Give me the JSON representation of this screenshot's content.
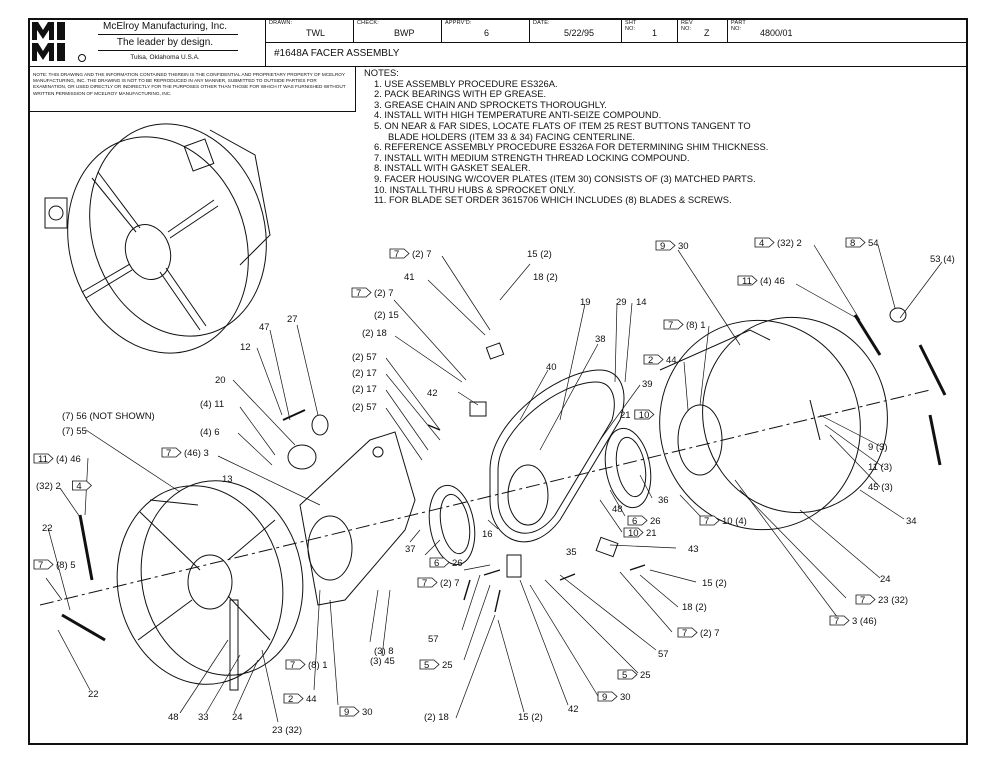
{
  "title_block": {
    "company": "McElroy Manufacturing, Inc.",
    "slogan": "The leader by design.",
    "location": "Tulsa, Oklahoma U.S.A.",
    "drawn_label": "DRAWN:",
    "drawn_value": "TWL",
    "check_label": "CHECK:",
    "check_value": "BWP",
    "apprvd_label": "APPRV'D:",
    "apprvd_value": "6",
    "date_label": "DATE:",
    "date_value": "5/22/95",
    "sht_label": "SHT No:",
    "sht_value": "1",
    "rev_label": "REV No:",
    "rev_value": "Z",
    "part_label": "PART No:",
    "part_value": "4800/01",
    "assembly_title": "#1648A FACER ASSEMBLY"
  },
  "confidential_note": "NOTE: THIS DRAWING AND THE INFORMATION CONTAINED THEREIN IS THE CONFIDENTIAL AND PROPRIETARY PROPERTY OF McElroy Manufacturing, Inc. THE DRAWING IS NOT TO BE REPRODUCED IN ANY MANNER, SUBMITTED TO OUTSIDE PARTIES FOR EXAMINATION, OR USED DIRECTLY OR INDIRECTLY FOR THE PURPOSES OTHER THAN THOSE FOR WHICH IT WAS FURNISHED WITHOUT WRITTEN PERMISSION OF McElroy Manufacturing, Inc.",
  "notes": {
    "heading": "NOTES:",
    "items": [
      "1. USE ASSEMBLY PROCEDURE ES326A.",
      "2. PACK BEARINGS WITH EP GREASE.",
      "3. GREASE CHAIN AND SPROCKETS THOROUGHLY.",
      "4. INSTALL WITH HIGH TEMPERATURE ANTI-SEIZE COMPOUND.",
      "5. ON NEAR & FAR SIDES, LOCATE FLATS OF ITEM 25 REST BUTTONS TANGENT TO",
      "    BLADE HOLDERS (ITEM 33 & 34) FACING CENTERLINE.",
      "6. REFERENCE ASSEMBLY PROCEDURE ES326A FOR DETERMINING SHIM THICKNESS.",
      "7. INSTALL WITH MEDIUM STRENGTH THREAD LOCKING COMPOUND.",
      "8. INSTALL WITH GASKET SEALER.",
      "9. FACER HOUSING W/COVER PLATES (ITEM 30) CONSISTS OF (3) MATCHED PARTS.",
      "10. INSTALL THRU HUBS & SPROCKET ONLY.",
      "11. FOR BLADE SET ORDER 3615706 WHICH INCLUDES (8) BLADES & SCREWS."
    ]
  },
  "callouts": [
    {
      "text": "(2) 7",
      "flag": "7"
    },
    {
      "text": "15 (2)",
      "flag": ""
    },
    {
      "text": "18 (2)",
      "flag": ""
    },
    {
      "text": "41",
      "flag": ""
    },
    {
      "text": "(2) 7",
      "flag": "7"
    },
    {
      "text": "(2) 15",
      "flag": ""
    },
    {
      "text": "(2) 18",
      "flag": ""
    },
    {
      "text": "(2) 57",
      "flag": ""
    },
    {
      "text": "(2) 17",
      "flag": ""
    },
    {
      "text": "(2) 17",
      "flag": ""
    },
    {
      "text": "(2) 57",
      "flag": ""
    },
    {
      "text": "42",
      "flag": ""
    },
    {
      "text": "19",
      "flag": ""
    },
    {
      "text": "29",
      "flag": ""
    },
    {
      "text": "14",
      "flag": ""
    },
    {
      "text": "38",
      "flag": ""
    },
    {
      "text": "40",
      "flag": ""
    },
    {
      "text": "39",
      "flag": ""
    },
    {
      "text": "21",
      "flag": "10"
    },
    {
      "text": "30",
      "flag": "9"
    },
    {
      "text": "(32) 2",
      "flag": "4"
    },
    {
      "text": "54",
      "flag": "8"
    },
    {
      "text": "53 (4)",
      "flag": ""
    },
    {
      "text": "(4) 46",
      "flag": "11"
    },
    {
      "text": "(8) 1",
      "flag": "7"
    },
    {
      "text": "44",
      "flag": "2"
    },
    {
      "text": "9 (3)",
      "flag": ""
    },
    {
      "text": "11 (3)",
      "flag": ""
    },
    {
      "text": "45 (3)",
      "flag": ""
    },
    {
      "text": "34",
      "flag": ""
    },
    {
      "text": "47",
      "flag": ""
    },
    {
      "text": "27",
      "flag": ""
    },
    {
      "text": "12",
      "flag": ""
    },
    {
      "text": "20",
      "flag": ""
    },
    {
      "text": "(4) 11",
      "flag": ""
    },
    {
      "text": "(4) 6",
      "flag": ""
    },
    {
      "text": "(7) 56 (NOT SHOWN)",
      "flag": ""
    },
    {
      "text": "(7) 55",
      "flag": ""
    },
    {
      "text": "(4) 46",
      "flag": "11"
    },
    {
      "text": "(46) 3",
      "flag": "7"
    },
    {
      "text": "13",
      "flag": ""
    },
    {
      "text": "(32) 2",
      "flag": "4"
    },
    {
      "text": "22",
      "flag": ""
    },
    {
      "text": "(8) 5",
      "flag": "7"
    },
    {
      "text": "36",
      "flag": ""
    },
    {
      "text": "48",
      "flag": ""
    },
    {
      "text": "26",
      "flag": "6"
    },
    {
      "text": "10 (4)",
      "flag": "7"
    },
    {
      "text": "21",
      "flag": "10"
    },
    {
      "text": "43",
      "flag": ""
    },
    {
      "text": "16",
      "flag": ""
    },
    {
      "text": "37",
      "flag": ""
    },
    {
      "text": "26",
      "flag": "6"
    },
    {
      "text": "(2) 7",
      "flag": "7"
    },
    {
      "text": "35",
      "flag": ""
    },
    {
      "text": "15 (2)",
      "flag": ""
    },
    {
      "text": "18 (2)",
      "flag": ""
    },
    {
      "text": "24",
      "flag": ""
    },
    {
      "text": "23 (32)",
      "flag": "7"
    },
    {
      "text": "3 (46)",
      "flag": "7"
    },
    {
      "text": "(2) 7",
      "flag": "7"
    },
    {
      "text": "57",
      "flag": ""
    },
    {
      "text": "(3) 8",
      "flag": ""
    },
    {
      "text": "(3) 45",
      "flag": ""
    },
    {
      "text": "57",
      "flag": ""
    },
    {
      "text": "25",
      "flag": "5"
    },
    {
      "text": "25",
      "flag": "5"
    },
    {
      "text": "(8) 1",
      "flag": "7"
    },
    {
      "text": "44",
      "flag": "2"
    },
    {
      "text": "30",
      "flag": "9"
    },
    {
      "text": "30",
      "flag": "9"
    },
    {
      "text": "(2) 18",
      "flag": ""
    },
    {
      "text": "15 (2)",
      "flag": ""
    },
    {
      "text": "42",
      "flag": ""
    },
    {
      "text": "22",
      "flag": ""
    },
    {
      "text": "48",
      "flag": ""
    },
    {
      "text": "33",
      "flag": ""
    },
    {
      "text": "24",
      "flag": ""
    },
    {
      "text": "23 (32)",
      "flag": ""
    }
  ]
}
